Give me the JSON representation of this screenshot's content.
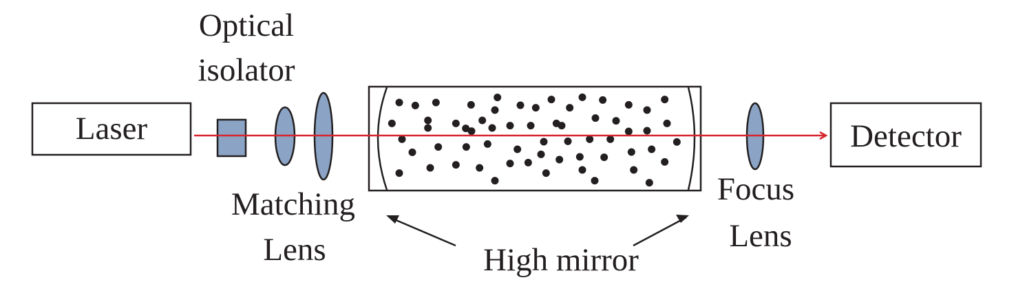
{
  "labels": {
    "laser": "Laser",
    "isolator_line1": "Optical",
    "isolator_line2": "isolator",
    "matching_line1": "Matching",
    "matching_line2": "Lens",
    "high_mirror": "High mirror",
    "focus_line1": "Focus",
    "focus_line2": "Lens",
    "detector": "Detector"
  },
  "colors": {
    "beam": "#d7262f",
    "optic_fill": "#8ba3c4",
    "stroke": "#231f20"
  }
}
